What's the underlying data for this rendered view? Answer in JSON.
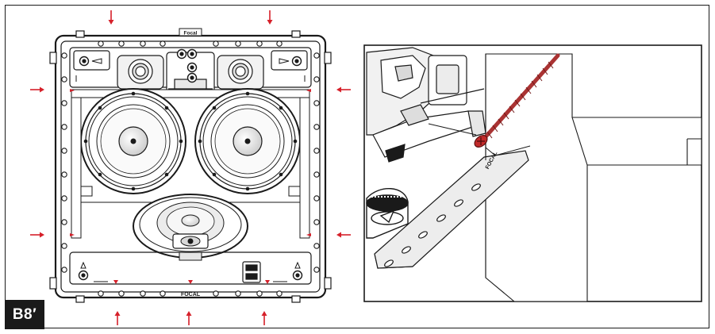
{
  "step": {
    "label": "B8′"
  },
  "speaker": {
    "brand_top": "Focal",
    "brand_bottom": "FOCAL"
  },
  "detail": {
    "brand": "FOCAL"
  },
  "colors": {
    "arrow": "#d6202a",
    "line": "#1a1a1a",
    "gray": "#d9d9d9",
    "lightgray": "#efefef",
    "screw": "#c22a2a"
  },
  "icons": {
    "arrow": "red-arrow-icon",
    "screw": "wood-screw-icon"
  }
}
